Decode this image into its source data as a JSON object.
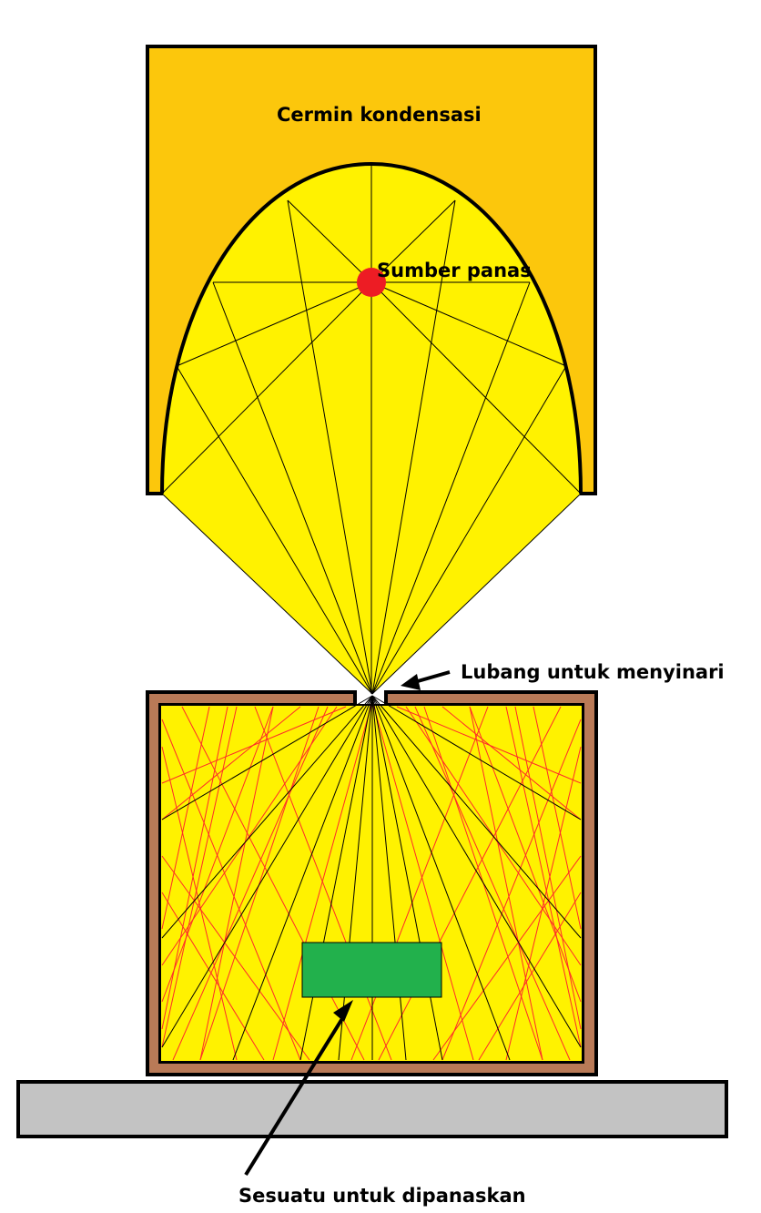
{
  "labels": {
    "mirror": "Cermin kondensasi",
    "source": "Sumber panas",
    "aperture": "Lubang untuk menyinari",
    "target": "Sesuatu untuk dipanaskan"
  },
  "colors": {
    "mirror_body": "#fcc70c",
    "light": "#fff200",
    "source": "#ed1c24",
    "box_wall": "#b97a57",
    "target": "#22b14c",
    "base": "#c3c3c3",
    "red_ray": "#ff2a2a",
    "outline": "#000000"
  },
  "icons": [
    "heat-source-dot",
    "arrow-to-aperture",
    "arrow-to-target"
  ]
}
